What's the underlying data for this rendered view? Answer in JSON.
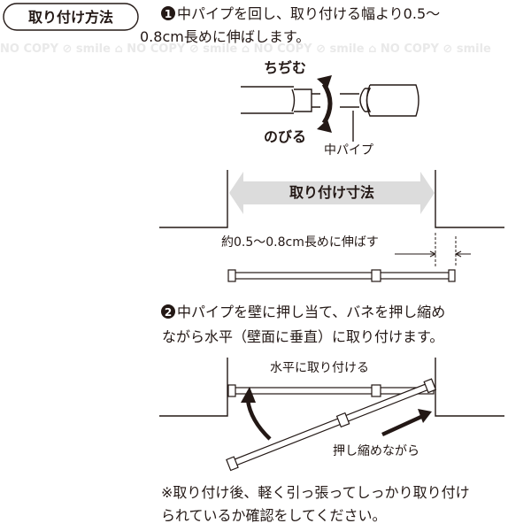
{
  "title_badge": "取り付け方法",
  "watermark": "NO COPY ⊘ smile",
  "step1": {
    "number": "1",
    "line1": "中パイプを回し、取り付ける幅より0.5～",
    "line2": "0.8cm長めに伸ばします。",
    "label_shrink": "ちぢむ",
    "label_extend": "のびる",
    "label_inner_pipe": "中パイプ",
    "dimension_label": "取り付け寸法",
    "extend_note": "約0.5～0.8cm長めに伸ばす"
  },
  "step2": {
    "number": "2",
    "line1": "中パイプを壁に押し当て、バネを押し縮め",
    "line2": "ながら水平（壁面に垂直）に取り付けます。",
    "label_horizontal": "水平に取り付ける",
    "label_compress": "押し縮めながら"
  },
  "note": {
    "line1": "※取り付け後、軽く引っ張ってしっかり取り付け",
    "line2": "られているか確認をしてください。"
  },
  "colors": {
    "ink": "#231815",
    "arrow_gray": "#dcdcdc"
  }
}
